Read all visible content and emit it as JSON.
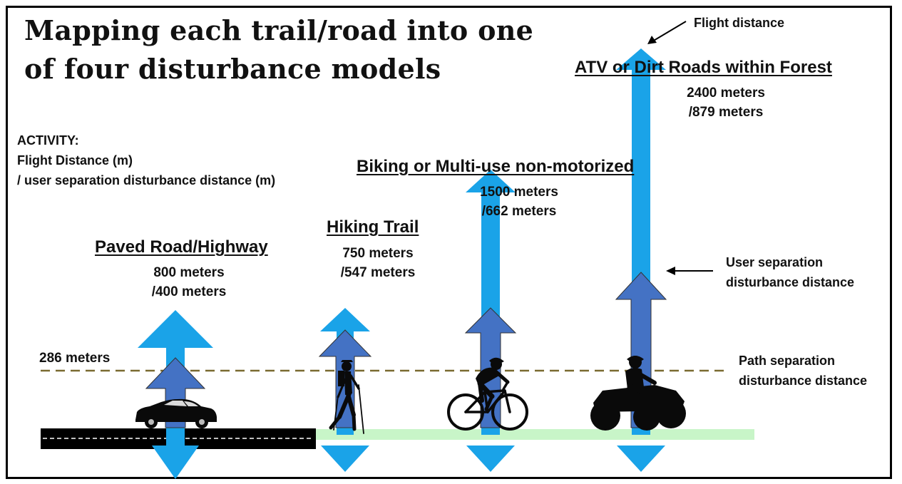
{
  "title": {
    "line1": "Mapping each trail/road into one",
    "line2": "of four disturbance models"
  },
  "legend": {
    "line1": "ACTIVITY:",
    "line2": "Flight Distance (m)",
    "line3": "/ user separation disturbance distance (m)"
  },
  "models": [
    {
      "name": "Paved Road/Highway",
      "flight": "800 meters",
      "separation": "/400 meters",
      "icon": "car-icon"
    },
    {
      "name": "Hiking Trail",
      "flight": "750 meters",
      "separation": "/547 meters",
      "icon": "hiker-icon"
    },
    {
      "name": "Biking or Multi-use non-motorized",
      "flight": "1500 meters",
      "separation": "/662 meters",
      "icon": "bicycle-icon"
    },
    {
      "name": "ATV or Dirt Roads within Forest",
      "flight": "2400 meters",
      "separation": "/879 meters",
      "icon": "atv-icon"
    }
  ],
  "annotations": {
    "flight_distance": "Flight distance",
    "user_separation_1": "User separation",
    "user_separation_2": "disturbance distance",
    "path_separation_1": "Path separation",
    "path_separation_2": "disturbance distance",
    "threshold": "286 meters"
  },
  "colors": {
    "flight_arrow": "#1aa3e8",
    "separation_arrow": "#4472c4",
    "road": "#000000",
    "trail": "#c8f5c8",
    "dashed_line": "#7a6a30"
  }
}
